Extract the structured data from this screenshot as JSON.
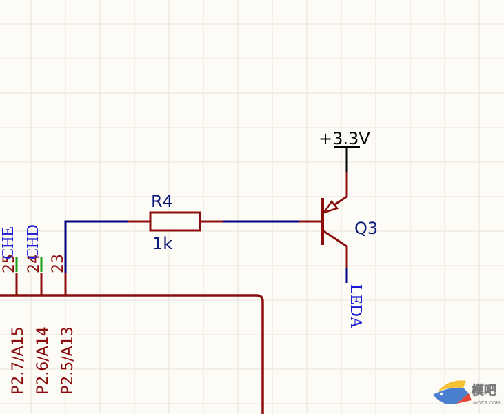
{
  "schematic": {
    "colors": {
      "background": "#fdfbf6",
      "grid": "#e6e3dc",
      "component": "#8b0d0d",
      "wire": "#00007f",
      "net_label": "#1a1ad6",
      "pin_label": "#8b0d0d",
      "designator": "#0a1a7a",
      "power_text": "#000000",
      "no_connect_marker": "#16a016"
    },
    "resistor": {
      "designator": "R4",
      "value": "1k"
    },
    "transistor": {
      "designator": "Q3"
    },
    "power": {
      "label": "+3.3V"
    },
    "net_labels": {
      "collector": "LEDA",
      "pin25": "CHE",
      "pin24": "CHD"
    },
    "ic_pins": [
      {
        "number": "25",
        "name": "P2.7/A15"
      },
      {
        "number": "24",
        "name": "P2.6/A14"
      },
      {
        "number": "23",
        "name": "P2.5/A13"
      }
    ],
    "watermark": {
      "text": "模吧",
      "subtext": "MOZ8.COM"
    }
  }
}
